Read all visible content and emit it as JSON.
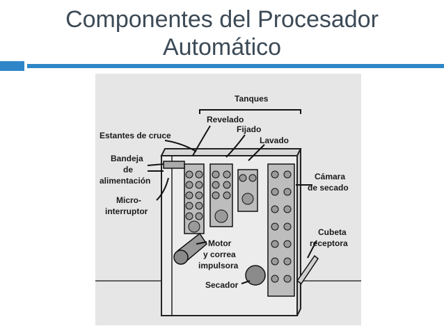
{
  "slide": {
    "title_line1": "Componentes del Procesador",
    "title_line2": "Automático",
    "accent_color": "#2e86c8",
    "title_color": "#3c4a56"
  },
  "diagram": {
    "labels": {
      "tanques": "Tanques",
      "revelado": "Revelado",
      "fijado": "Fijado",
      "lavado": "Lavado",
      "estantes": "Estantes de cruce",
      "bandeja1": "Bandeja",
      "bandeja2": "de",
      "bandeja3": "alimentación",
      "micro1": "Micro-",
      "micro2": "interruptor",
      "camara1": "Cámara",
      "camara2": "de secado",
      "cubeta1": "Cubeta",
      "cubeta2": "receptora",
      "motor1": "Motor",
      "motor2": "y correa",
      "motor3": "impulsora",
      "secador": "Secador"
    }
  }
}
